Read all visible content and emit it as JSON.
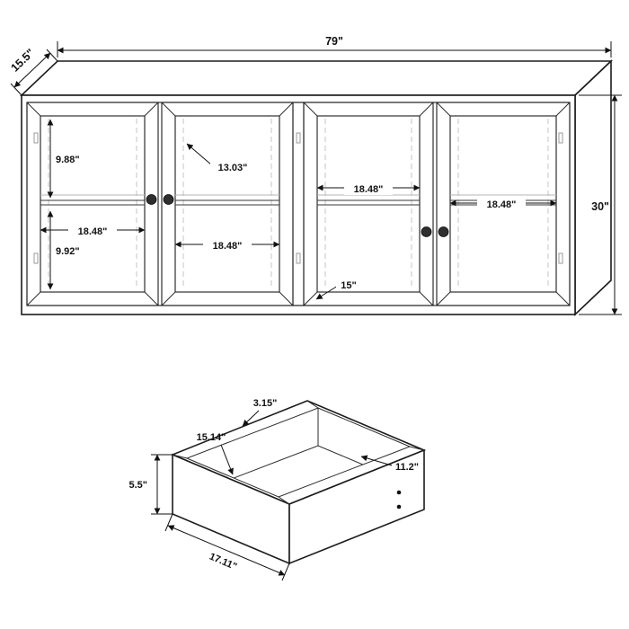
{
  "diagram": {
    "kind": "furniture-dimension-diagram",
    "subject": "4-door accent cabinet with drawer detail"
  },
  "cabinet": {
    "overall_width": "79\"",
    "overall_depth": "15.5\"",
    "overall_height": "30\"",
    "upper_opening_height": "9.88\"",
    "door_glass_width": "13.03\"",
    "opening_width_a": "18.48\"",
    "opening_width_b": "18.48\"",
    "opening_width_c": "18.48\"",
    "opening_width_d": "18.48\"",
    "lower_opening_height": "9.92\"",
    "interior_depth": "15\""
  },
  "drawer": {
    "rim_depth": "3.15\"",
    "interior_width": "15.14\"",
    "interior_depth": "11.2\"",
    "front_height": "5.5\"",
    "overall_width": "17.11\""
  }
}
